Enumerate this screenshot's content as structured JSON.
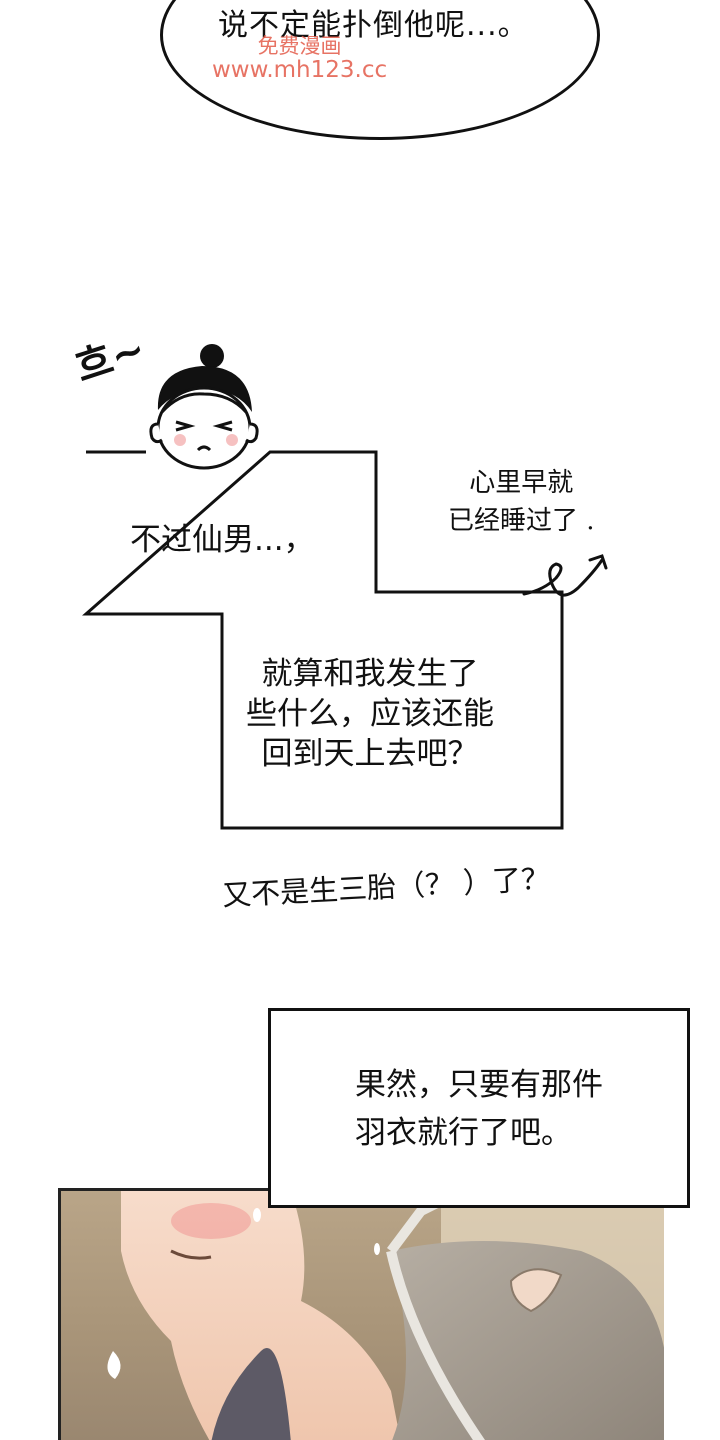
{
  "panel_top": {
    "bubble_text": "说不定能扑倒他呢...。",
    "watermark_line1": "免费漫画",
    "watermark_line2": "www.mh123.cc"
  },
  "panel_mid": {
    "sfx": "흐~",
    "box1_text": "不过仙男...，",
    "box2_lines": [
      "就算和我发生了",
      "些什么，应该还能",
      "回到天上去吧？"
    ],
    "side_note_lines": [
      "心里早就",
      "已经睡过了 ."
    ],
    "aside": "又不是生三胎（？ ）了？"
  },
  "panel_bottom": {
    "box_lines": [
      "果然，只要有那件",
      "羽衣就行了吧。"
    ]
  },
  "colors": {
    "ink": "#111111",
    "watermark": "#e35b4a",
    "skin": "#f5d5c0",
    "robe": "#a39a8e"
  }
}
